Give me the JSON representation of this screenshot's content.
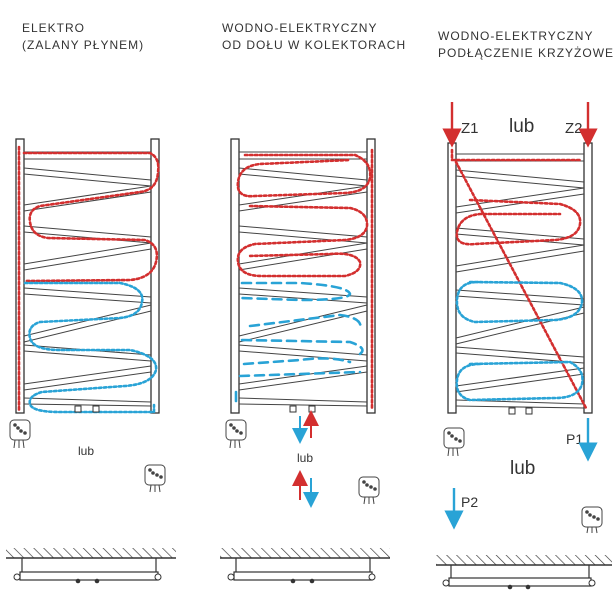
{
  "panels": [
    {
      "title_line1": "ELEKTRO",
      "title_line2": "(ZALANY PŁYNEM)"
    },
    {
      "title_line1": "WODNO-ELEKTRYCZNY",
      "title_line2": "OD DOŁU W KOLEKTORACH"
    },
    {
      "title_line1": "WODNO-ELEKTRYCZNY",
      "title_line2": "PODŁĄCZENIE KRZYŻOWE"
    }
  ],
  "labels": {
    "or_word": "lub",
    "z1": "Z1",
    "z2": "Z2",
    "p1": "P1",
    "p2": "P2"
  },
  "colors": {
    "hot": "#d32f2f",
    "cold": "#29a3d6",
    "frame": "#333333"
  }
}
